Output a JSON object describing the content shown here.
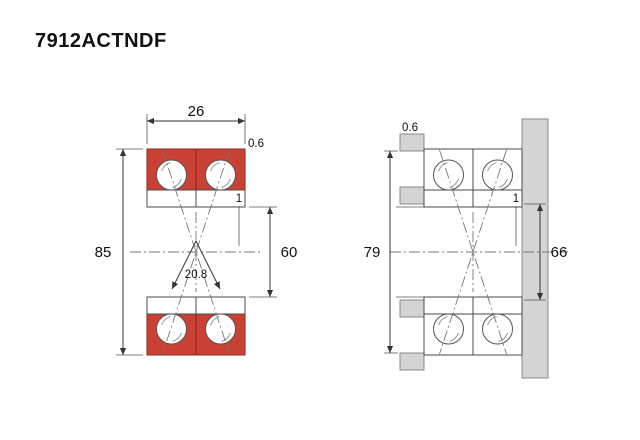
{
  "title": "7912ACTNDF",
  "left_view": {
    "dims": {
      "width": "26",
      "outer_chamfer": "0.6",
      "outer_diameter": "85",
      "inner_chamfer": "1",
      "bore_diameter": "60",
      "contact_spread": "20.8"
    }
  },
  "right_view": {
    "dims": {
      "outer_chamfer": "0.6",
      "housing_abutment_diameter": "79",
      "inner_chamfer": "1",
      "shaft_abutment_diameter": "66"
    }
  },
  "colors": {
    "ring_red": "#c94034",
    "steel_gray": "#d4d4d4"
  }
}
